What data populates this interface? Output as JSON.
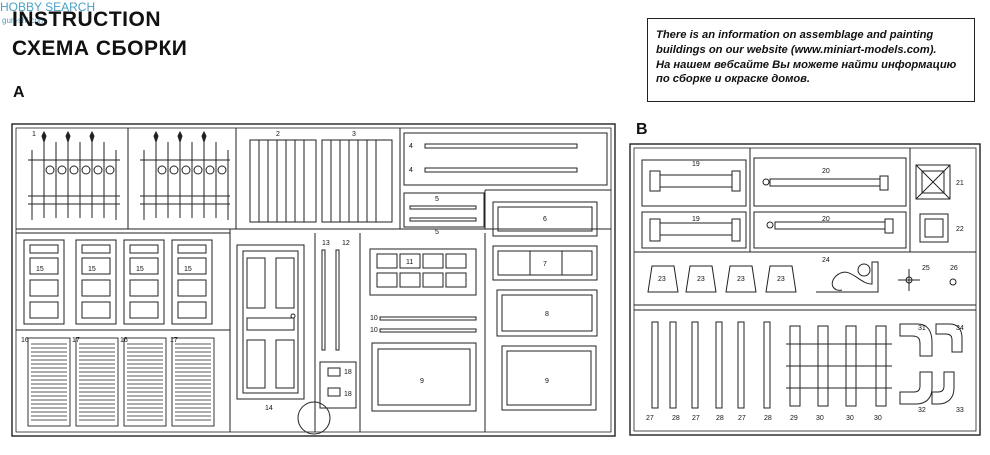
{
  "watermark": {
    "line1": "HOBBY SEARCH",
    "line2": "gun-shi.com"
  },
  "header": {
    "title_en": "INSTRUCTION",
    "title_ru": "СХЕМА СБОРКИ"
  },
  "info_box": {
    "lines": [
      "There is an information on assemblage and painting",
      "buildings on our website (www.miniart-models.com).",
      "На нашем вебсайте Вы можете найти информацию",
      "по сборке и окраске домов."
    ]
  },
  "sections": {
    "a": "A",
    "b": "B"
  },
  "part_numbers": {
    "p1": "1",
    "p2": "2",
    "p3": "3",
    "p4": "4",
    "p5": "5",
    "p6": "6",
    "p7": "7",
    "p8": "8",
    "p9": "9",
    "p10": "10",
    "p11": "11",
    "p12": "12",
    "p13": "13",
    "p14": "14",
    "p15": "15",
    "p16": "16",
    "p17": "17",
    "p18": "18",
    "p19": "19",
    "p20": "20",
    "p21": "21",
    "p22": "22",
    "p23": "23",
    "p24": "24",
    "p25": "25",
    "p26": "26",
    "p27": "27",
    "p28": "28",
    "p29": "29",
    "p30": "30",
    "p31": "31",
    "p32": "32",
    "p33": "33",
    "p34": "34"
  }
}
